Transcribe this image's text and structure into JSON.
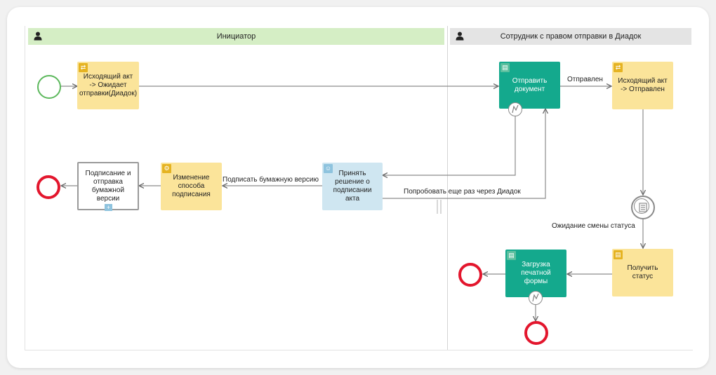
{
  "lanes": {
    "initiator": "Инициатор",
    "employee": "Сотрудник с правом отправки в Диадок"
  },
  "tasks": {
    "outgoing_waiting": "Исходящий акт\n-> Ожидает\nотправки(Диадок)",
    "send_document": "Отправить\nдокумент",
    "outgoing_sent": "Исходящий акт\n-> Отправлен",
    "decide_signing": "Принять\nрешение о\nподписании\nакта",
    "change_method": "Изменение\nспособа\nподписания",
    "sign_and_send_paper": "Подписание и\nотправка\nбумажной\nверсии",
    "get_status": "Получить\nстатус",
    "load_print_form": "Загрузка\nпечатной\nформы"
  },
  "edges": {
    "sent": "Отправлен",
    "sign_paper_version": "Подписать бумажную версию",
    "retry_diadoc": "Попробовать еще раз через Диадок",
    "wait_status_change": "Ожидание смены статуса"
  },
  "icons": {
    "user": "user-icon",
    "exchange": "exchange-icon",
    "gear": "gear-icon",
    "document": "document-icon",
    "form": "form-icon",
    "person": "person-icon",
    "timer": "timer-icon",
    "lightning": "lightning-icon",
    "expand": "plus-icon"
  },
  "colors": {
    "initiator_lane": "#d5eec5",
    "employee_lane": "#e4e4e4",
    "script_task": "#fbe49a",
    "service_task": "#14a98d",
    "user_task": "#cfe6f1",
    "start_event": "#5cb85c",
    "end_event": "#e3162d"
  }
}
